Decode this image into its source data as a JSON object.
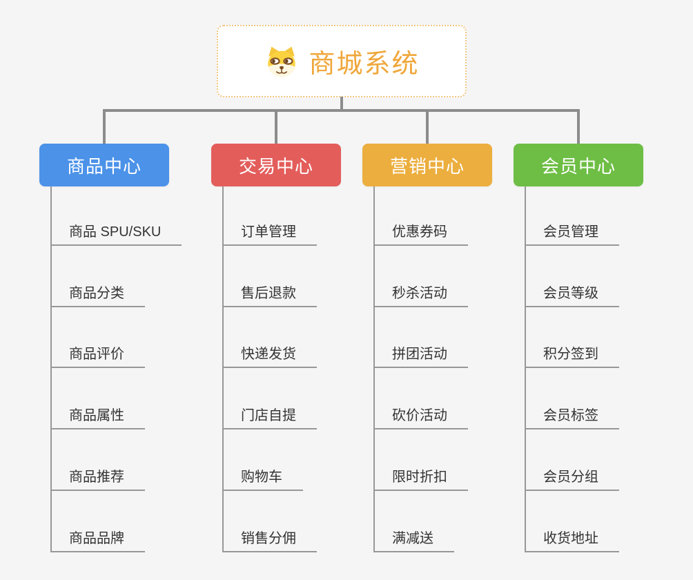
{
  "root": {
    "title": "商城系统",
    "icon": "shiba-dog-icon"
  },
  "branches": [
    {
      "id": "product",
      "label": "商品中心",
      "color": "#4B92E8",
      "children": [
        "商品 SPU/SKU",
        "商品分类",
        "商品评价",
        "商品属性",
        "商品推荐",
        "商品品牌"
      ]
    },
    {
      "id": "trade",
      "label": "交易中心",
      "color": "#E35D5B",
      "children": [
        "订单管理",
        "售后退款",
        "快递发货",
        "门店自提",
        "购物车",
        "销售分佣"
      ]
    },
    {
      "id": "marketing",
      "label": "营销中心",
      "color": "#ECAE3E",
      "children": [
        "优惠券码",
        "秒杀活动",
        "拼团活动",
        "砍价活动",
        "限时折扣",
        "满减送"
      ]
    },
    {
      "id": "member",
      "label": "会员中心",
      "color": "#6EBE45",
      "children": [
        "会员管理",
        "会员等级",
        "积分签到",
        "会员标签",
        "会员分组",
        "收货地址"
      ]
    }
  ],
  "colors": {
    "background": "#F5F5F5",
    "root_title": "#F0A73B",
    "root_border": "#F3C57F",
    "connector": "#8C8C8C",
    "leaf_line": "#979797",
    "leaf_text": "#333333",
    "branch_text": "#FFFFFF"
  }
}
